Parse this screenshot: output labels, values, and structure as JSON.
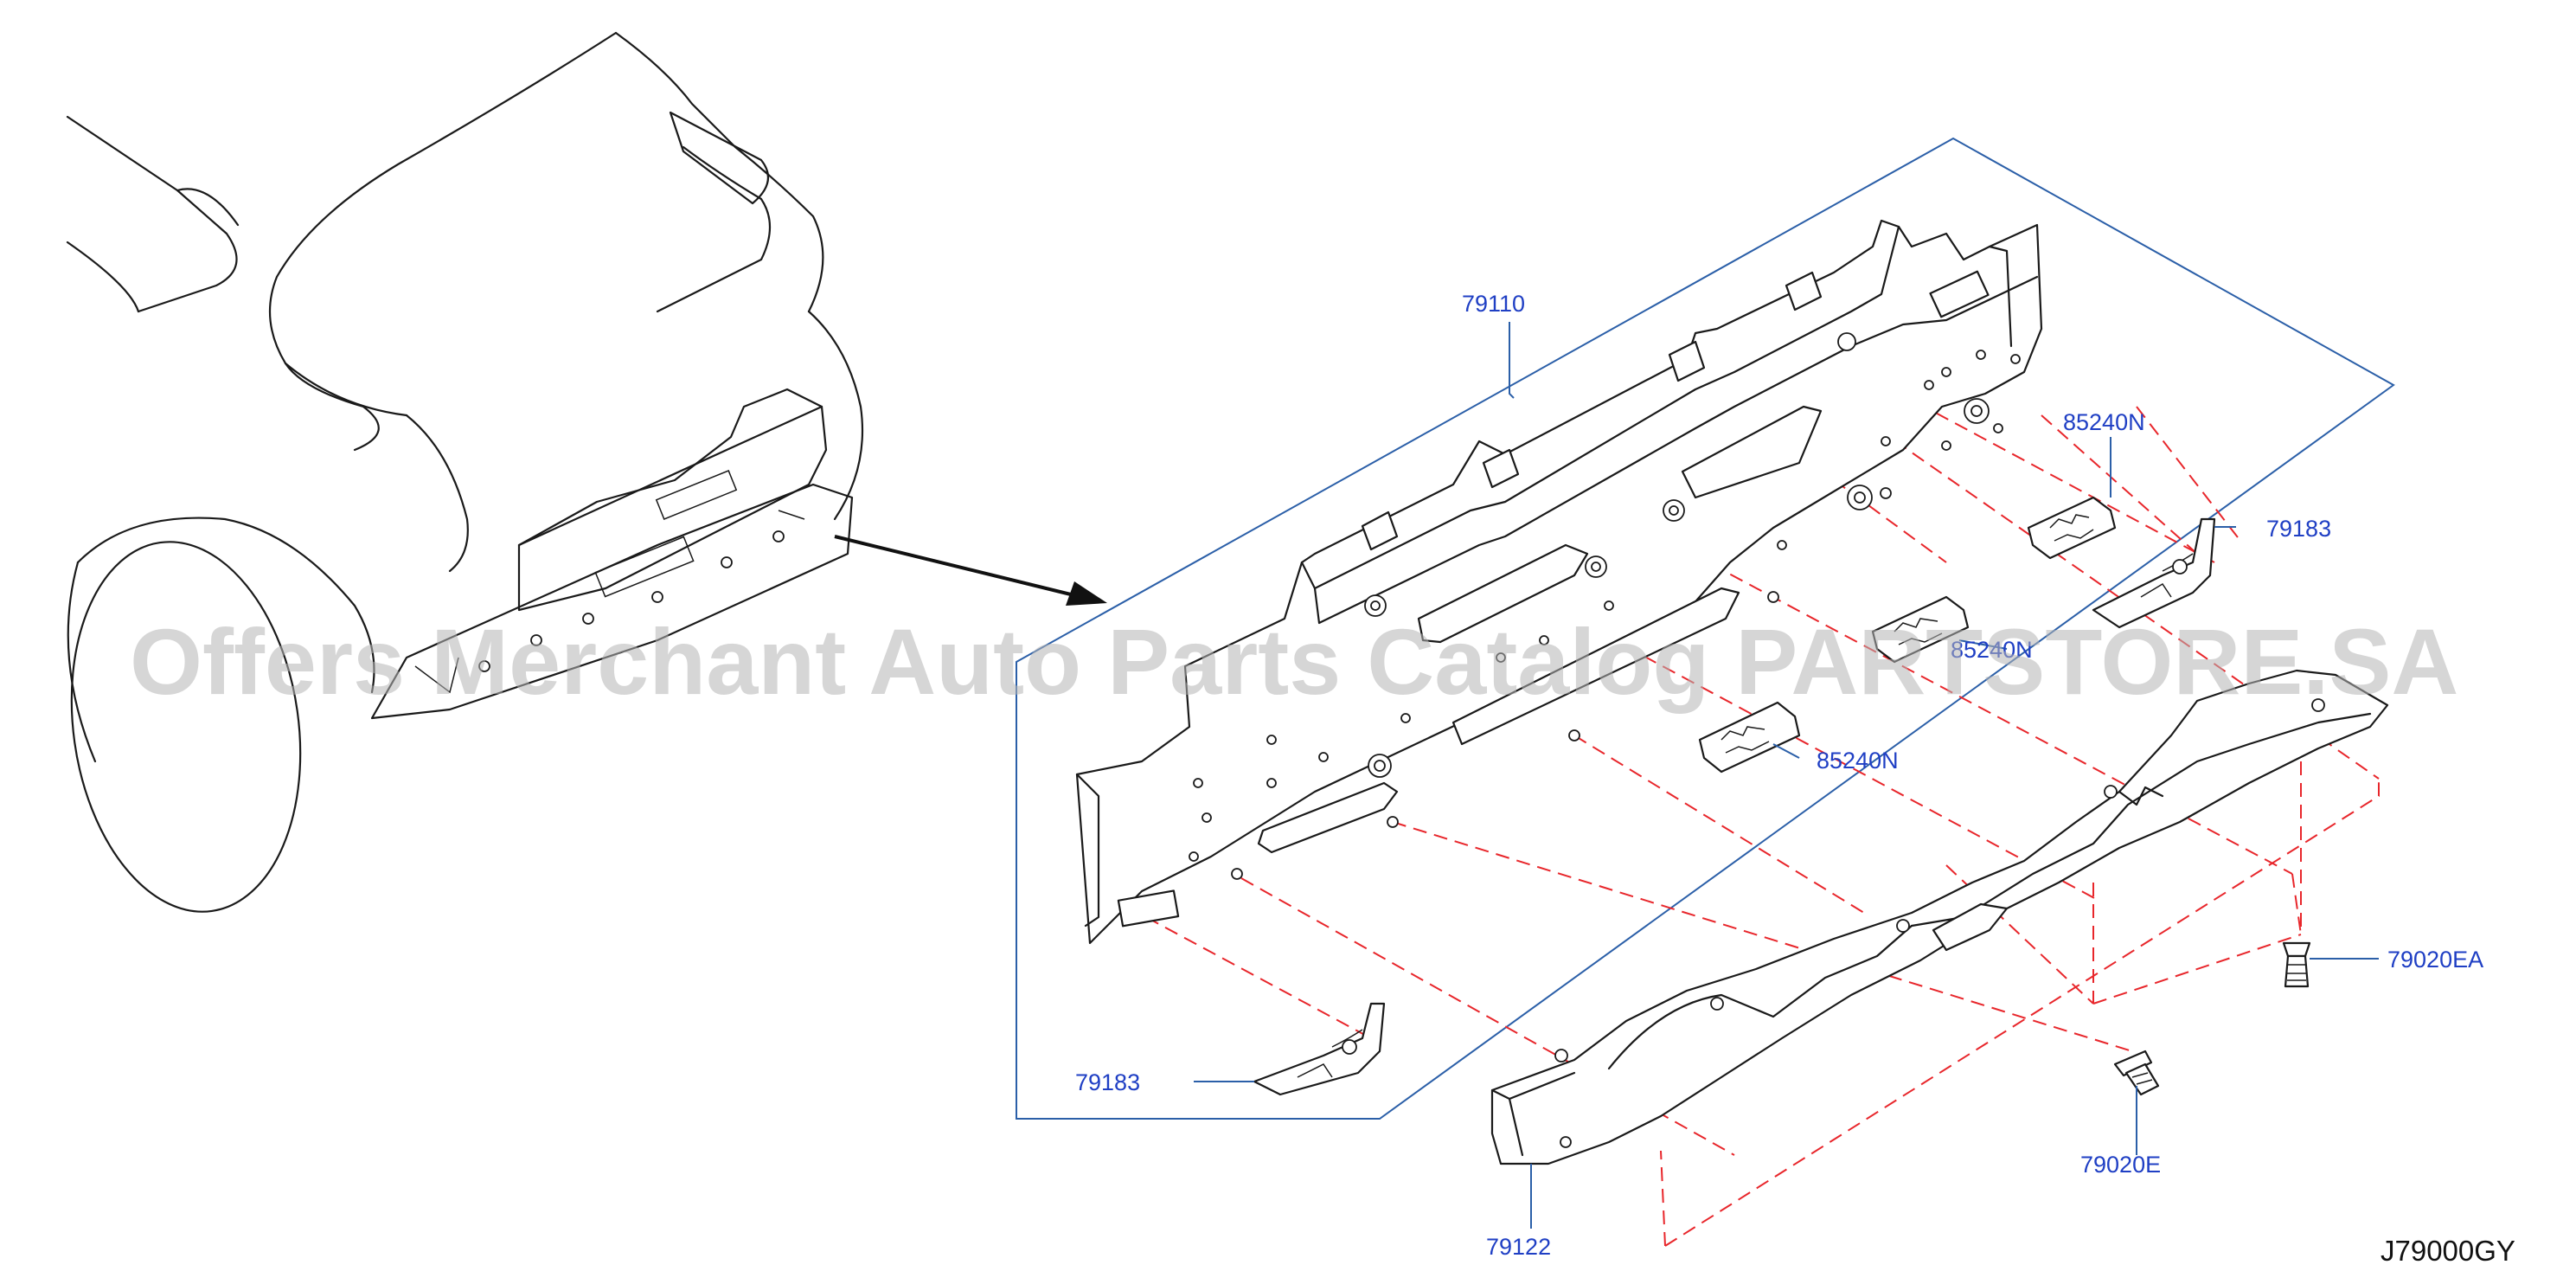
{
  "callouts": {
    "c79110": "79110",
    "c85240n_a": "85240N",
    "c85240n_b": "85240N",
    "c85240n_c": "85240N",
    "c79183_a": "79183",
    "c79183_b": "79183",
    "c79020ea": "79020EA",
    "c79020e": "79020E",
    "c79122": "79122"
  },
  "diagram_code": "J79000GY",
  "watermark": "Offers Merchant Auto Parts Catalog PARTSTORE.SA",
  "colors": {
    "callout_text": "#1f3fc4",
    "frame_line": "#2b5fa8",
    "dashed_line": "#e8262b",
    "outline": "#1a1a1a"
  }
}
